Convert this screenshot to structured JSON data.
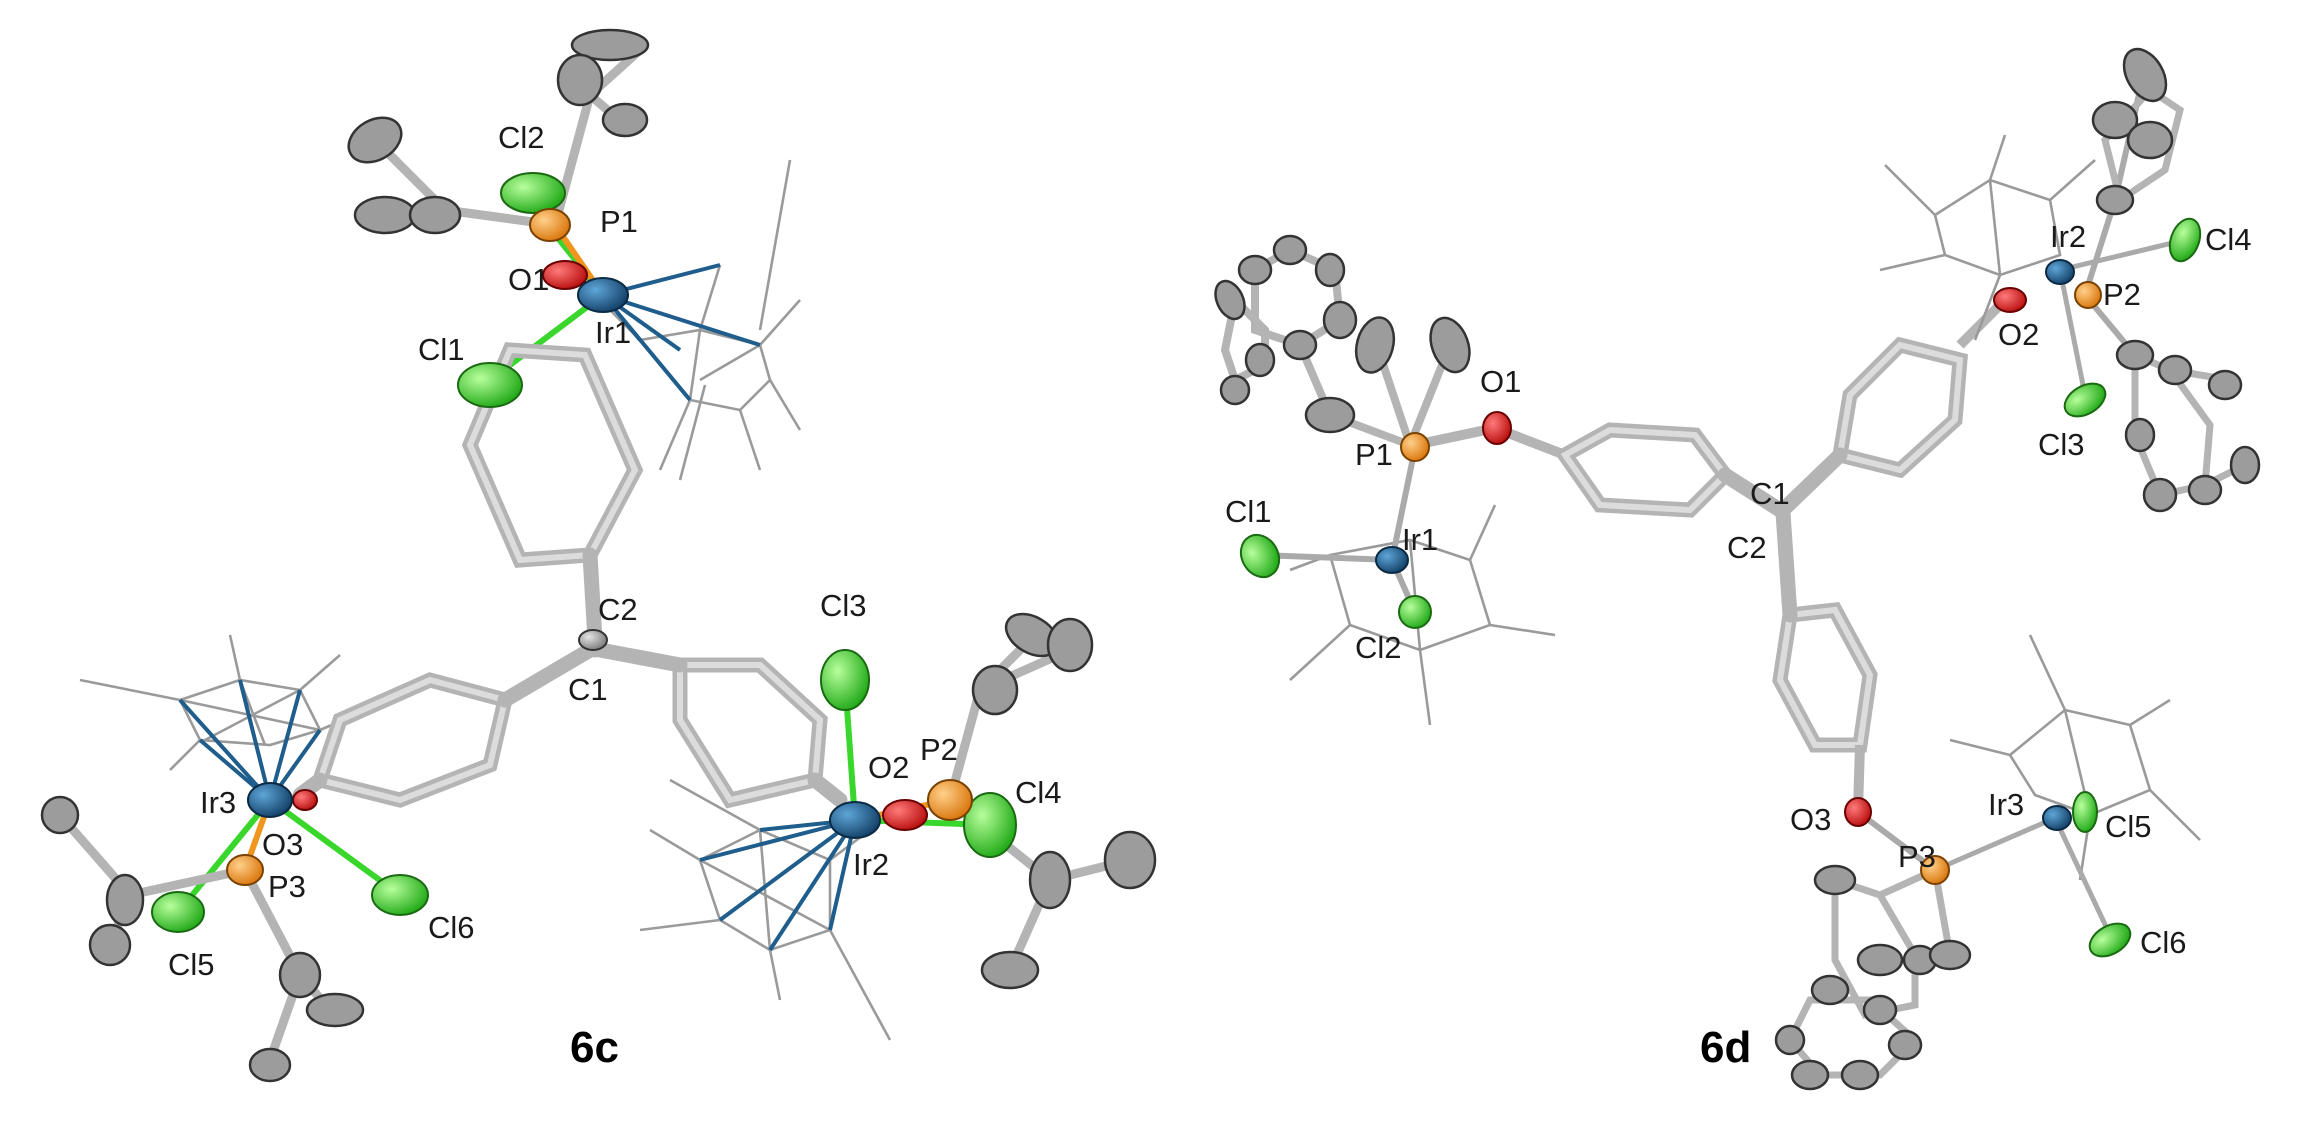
{
  "figure": {
    "panels": [
      {
        "id": "6c",
        "label": "6c",
        "atoms": [
          "Cl2",
          "P1",
          "O1",
          "Ir1",
          "Cl1",
          "C2",
          "C1",
          "Cl3",
          "P2",
          "O2",
          "Cl4",
          "Ir2",
          "Ir3",
          "O3",
          "P3",
          "Cl5",
          "Cl6"
        ]
      },
      {
        "id": "6d",
        "label": "6d",
        "atoms": [
          "O1",
          "P1",
          "Cl1",
          "Ir1",
          "Cl2",
          "C1",
          "C2",
          "Ir2",
          "Cl4",
          "O2",
          "P2",
          "Cl3",
          "O3",
          "P3",
          "Ir3",
          "Cl5",
          "Cl6"
        ]
      }
    ],
    "colors": {
      "iridium": "#1f5d8c",
      "phosphorus": "#f0961e",
      "oxygen": "#e01818",
      "chlorine": "#39d62b",
      "carbon": "#9c9c9c",
      "bond": "#b4b4b4"
    }
  }
}
